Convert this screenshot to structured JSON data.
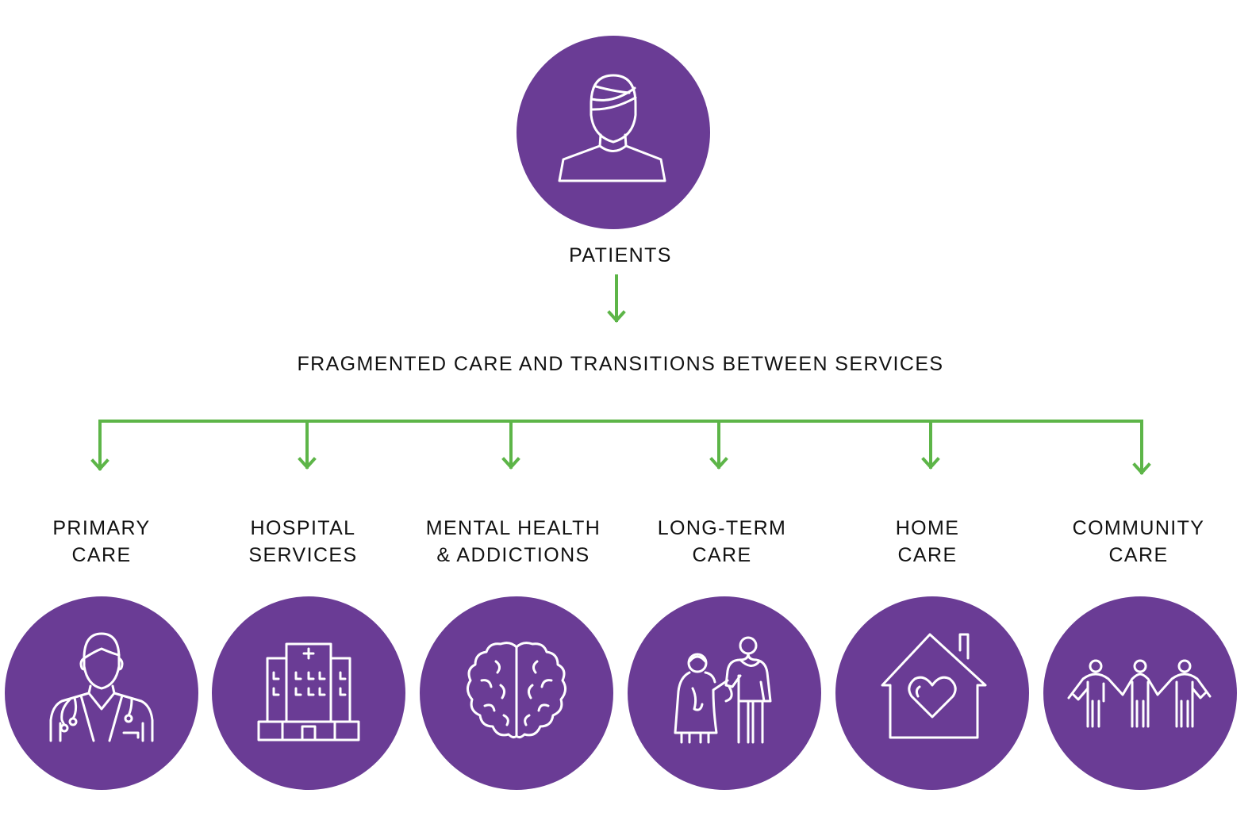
{
  "top": {
    "label": "PATIENTS",
    "icon": "bandaged-patient-icon"
  },
  "middle_label": "FRAGMENTED CARE AND TRANSITIONS BETWEEN SERVICES",
  "colors": {
    "circle": "#6a3c95",
    "connector": "#5db548",
    "icon_stroke": "#ffffff",
    "text": "#111111"
  },
  "services": [
    {
      "line1": "PRIMARY",
      "line2": "CARE",
      "icon": "doctor-icon"
    },
    {
      "line1": "HOSPITAL",
      "line2": "SERVICES",
      "icon": "hospital-building-icon"
    },
    {
      "line1": "MENTAL HEALTH",
      "line2": "& ADDICTIONS",
      "icon": "brain-icon"
    },
    {
      "line1": "LONG-TERM",
      "line2": "CARE",
      "icon": "elderly-caregiver-icon"
    },
    {
      "line1": "HOME",
      "line2": "CARE",
      "icon": "house-heart-icon"
    },
    {
      "line1": "COMMUNITY",
      "line2": "CARE",
      "icon": "people-holding-hands-icon"
    }
  ]
}
